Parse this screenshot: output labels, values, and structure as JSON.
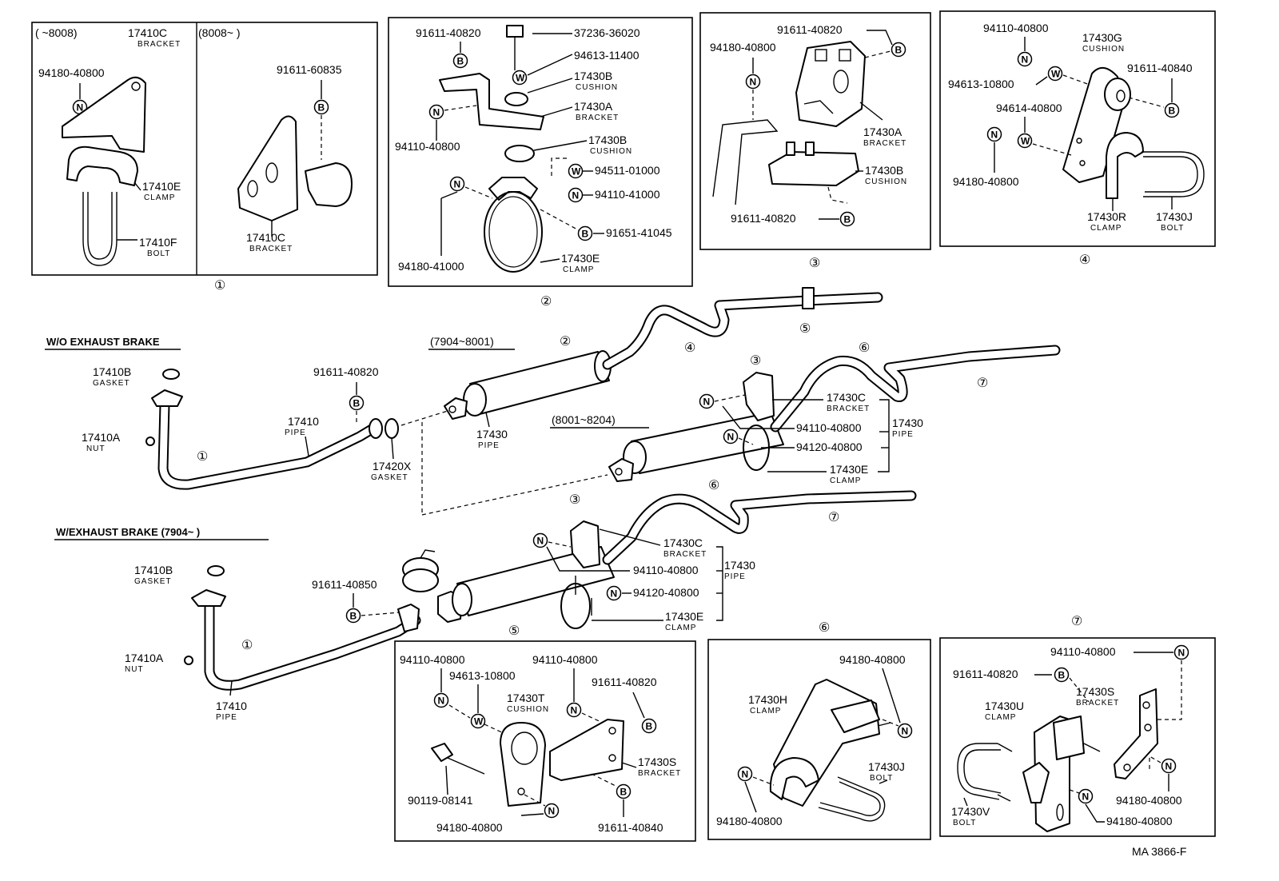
{
  "groups": {
    "g1": "①",
    "g2": "②",
    "g3": "③",
    "g4": "④",
    "g5": "⑤",
    "g6": "⑥",
    "g7": "⑦"
  },
  "box1": {
    "a_range": "(   ~8008)",
    "a_part": "17410C",
    "a_part_desc": "BRACKET",
    "n_part": "94180-40800",
    "clamp": "17410E",
    "clamp_desc": "CLAMP",
    "bolt": "17410F",
    "bolt_desc": "BOLT",
    "b_range": "(8008~      )",
    "b_bolt": "91611-60835",
    "b_bracket": "17410C",
    "b_bracket_desc": "BRACKET"
  },
  "box2": {
    "p1": "91611-40820",
    "p2": "37236-36020",
    "p3": "94613-11400",
    "p4": "17430B",
    "p4d": "CUSHION",
    "p5": "17430A",
    "p5d": "BRACKET",
    "p6": "94110-40800",
    "p7": "17430B",
    "p7d": "CUSHION",
    "p8": "94511-01000",
    "p9": "94110-41000",
    "p10": "91651-41045",
    "p11": "94180-41000",
    "p12": "17430E",
    "p12d": "CLAMP"
  },
  "box3": {
    "p1": "91611-40820",
    "p2": "94180-40800",
    "p3": "17430A",
    "p3d": "BRACKET",
    "p4": "17430B",
    "p4d": "CUSHION",
    "p5": "91611-40820"
  },
  "box4": {
    "p1": "94110-40800",
    "p2": "17430G",
    "p2d": "CUSHION",
    "p3": "94613-10800",
    "p4": "91611-40840",
    "p5": "94614-40800",
    "p6": "94180-40800",
    "p7": "17430R",
    "p7d": "CLAMP",
    "p8": "17430J",
    "p8d": "BOLT"
  },
  "main": {
    "wo_title": "W/O EXHAUST BRAKE",
    "w_title": "W/EXHAUST BRAKE (7904~        )",
    "range1": "(7904~8001)",
    "range2": "(8001~8204)",
    "gasket1": "17410B",
    "gasket1d": "GASKET",
    "nut1": "17410A",
    "nut1d": "NUT",
    "bolt1": "91611-40820",
    "pipe1": "17410",
    "pipe1d": "PIPE",
    "gasket2": "17420X",
    "gasket2d": "GASKET",
    "pipe2": "17430",
    "pipe2d": "PIPE",
    "br1": "17430C",
    "br1d": "BRACKET",
    "n1": "94110-40800",
    "n2": "94120-40800",
    "cl1": "17430E",
    "cl1d": "CLAMP",
    "pipe3": "17430",
    "pipe3d": "PIPE",
    "gasket3": "17410B",
    "gasket3d": "GASKET",
    "bolt2": "91611-40850",
    "nut2": "17410A",
    "nut2d": "NUT",
    "pipe4": "17410",
    "pipe4d": "PIPE",
    "br2": "17430C",
    "br2d": "BRACKET",
    "n3": "94110-40800",
    "n4": "94120-40800",
    "pipe5": "17430",
    "pipe5d": "PIPE",
    "cl2": "17430E",
    "cl2d": "CLAMP"
  },
  "box5": {
    "p1": "94110-40800",
    "p2": "94613-10800",
    "p3": "94110-40800",
    "p4": "17430T",
    "p4d": "CUSHION",
    "p5": "91611-40820",
    "p6": "17430S",
    "p6d": "BRACKET",
    "p7": "90119-08141",
    "p8": "94180-40800",
    "p9": "91611-40840"
  },
  "box6": {
    "p1": "94180-40800",
    "p2": "17430H",
    "p2d": "CLAMP",
    "p3": "17430J",
    "p3d": "BOLT",
    "p4": "94180-40800"
  },
  "box7": {
    "p1": "94110-40800",
    "p2": "91611-40820",
    "p3": "17430S",
    "p3d": "BRACKET",
    "p4": "17430U",
    "p4d": "CLAMP",
    "p5": "17430V",
    "p5d": "BOLT",
    "p6": "94180-40800",
    "p7": "94180-40800"
  },
  "footer": {
    "code": "MA 3866-F"
  },
  "symbols": {
    "B": "B",
    "N": "N",
    "W": "W"
  }
}
